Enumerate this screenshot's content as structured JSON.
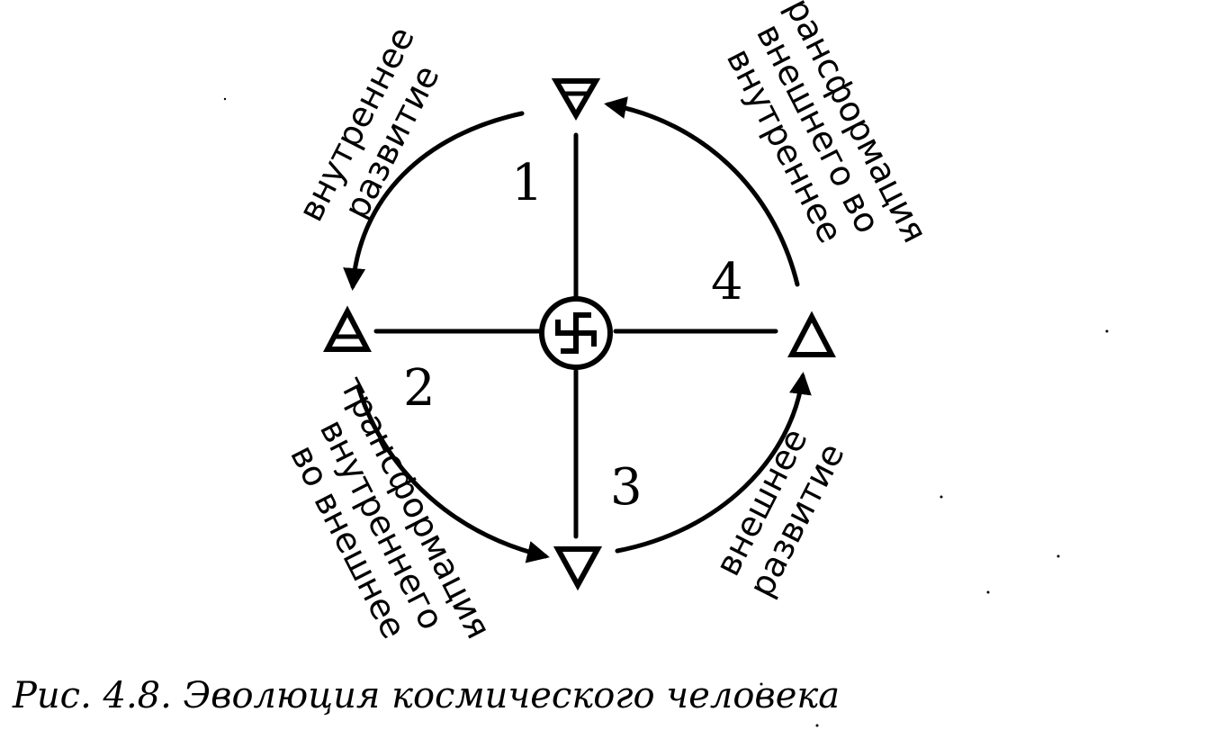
{
  "labels": {
    "inner_development": [
      "внутреннее",
      "развитие"
    ],
    "outer_development": [
      "внешнее",
      "развитие"
    ],
    "transform_inner_to_outer": [
      "трансформация",
      "внутреннего",
      "во внешнее"
    ],
    "transform_outer_to_inner": [
      "трансформация",
      "внешнего во",
      "внутреннее"
    ]
  },
  "quadrants": {
    "q1": "1",
    "q2": "2",
    "q3": "3",
    "q4": "4"
  },
  "caption": "Рис. 4.8. Эволюция космического человека",
  "symbols": {
    "top": "triangle-down-with-bar-icon",
    "left": "triangle-up-with-bar-icon",
    "right": "triangle-up-icon",
    "bottom": "triangle-down-icon",
    "center": "swastika-in-circle-icon"
  },
  "colors": {
    "ink": "#000000",
    "paper": "#ffffff"
  }
}
